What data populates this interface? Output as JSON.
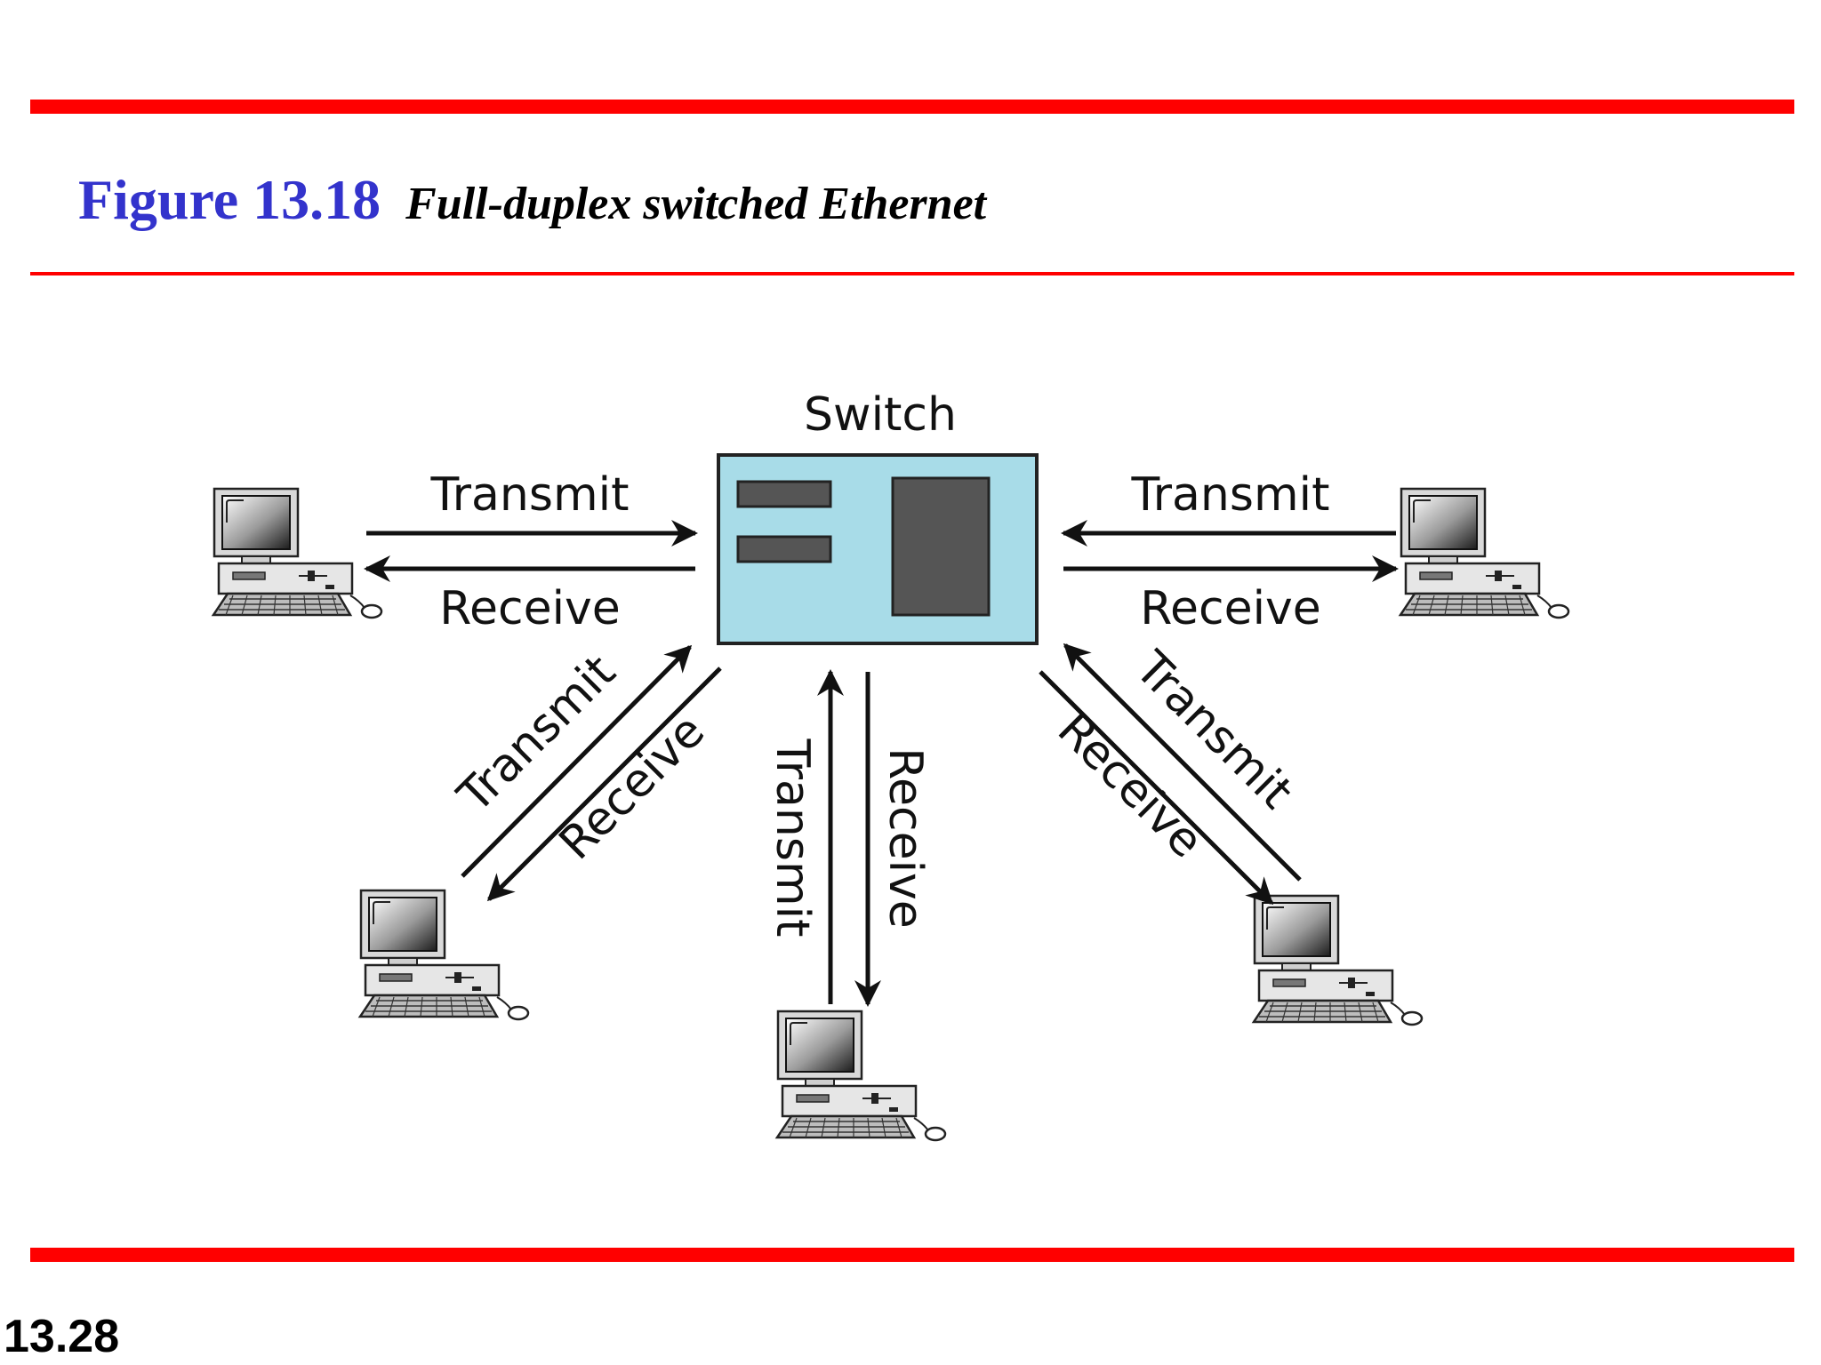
{
  "title": {
    "label": "Figure 13.18",
    "caption": "Full-duplex switched Ethernet"
  },
  "page_number": "13.28",
  "switch_label": "Switch",
  "links": {
    "left": {
      "transmit": "Transmit",
      "receive": "Receive"
    },
    "right": {
      "transmit": "Transmit",
      "receive": "Receive"
    },
    "bottom_left": {
      "transmit": "Transmit",
      "receive": "Receive"
    },
    "bottom_center": {
      "transmit": "Transmit",
      "receive": "Receive"
    },
    "bottom_right": {
      "transmit": "Transmit",
      "receive": "Receive"
    }
  },
  "colors": {
    "rule": "#ff0000",
    "figure_label": "#3333cc",
    "switch_fill": "#a8dce8",
    "switch_module": "#555555"
  }
}
